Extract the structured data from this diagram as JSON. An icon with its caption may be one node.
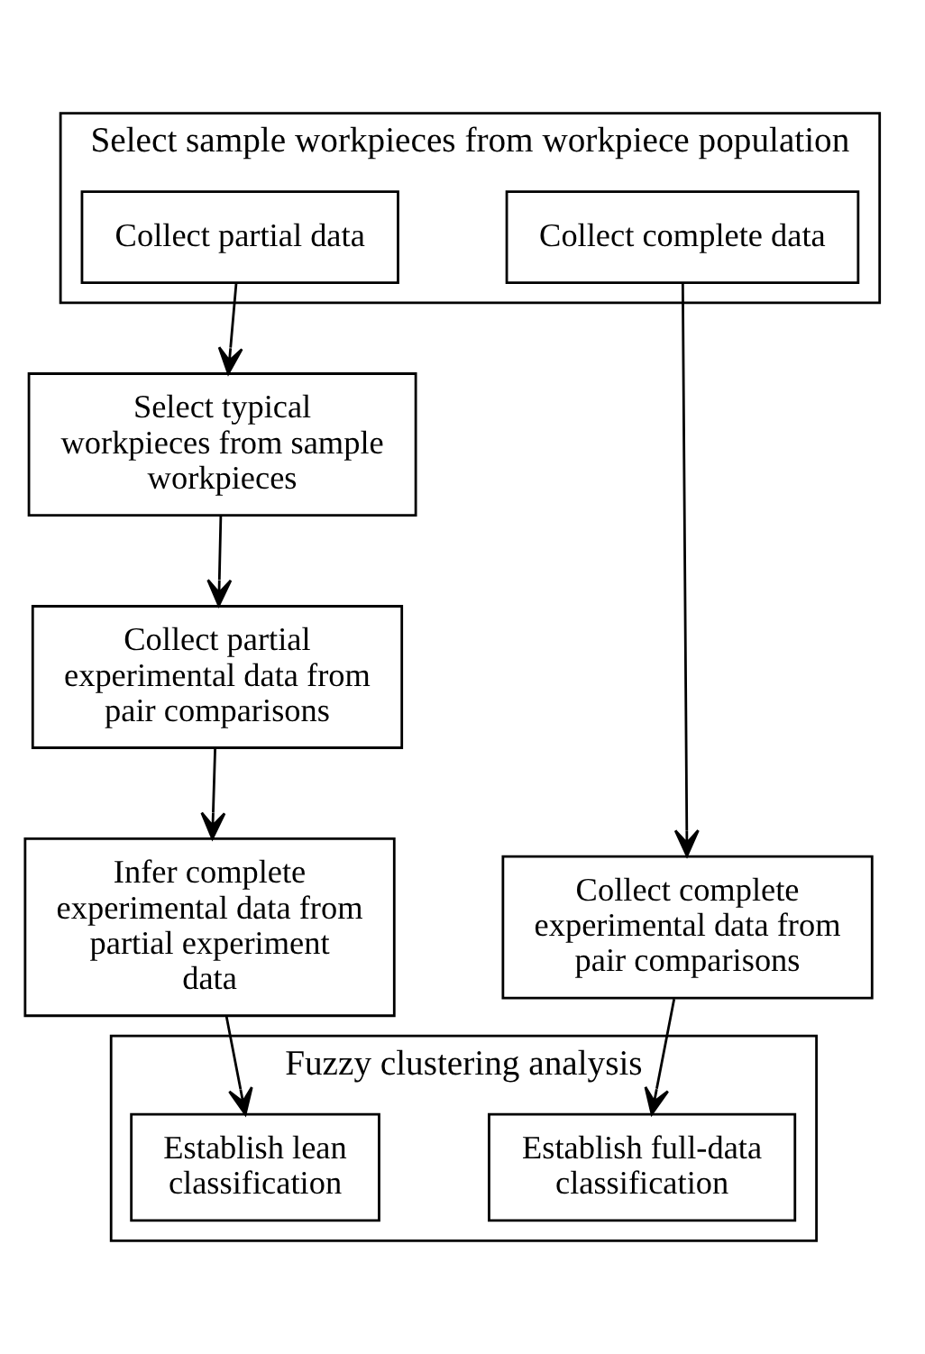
{
  "diagram": {
    "nodes": [
      {
        "text": [
          "Select sample workpieces from workpiece population"
        ]
      },
      {
        "text": [
          "Collect partial data"
        ],
        "in": 0
      },
      {
        "text": [
          "Collect complete data"
        ],
        "in": 0
      },
      {
        "text": [
          "Select typical workpieces from sample workpieces"
        ]
      },
      {
        "text": [
          "Collect partial experimental data from pair comparisons"
        ]
      },
      {
        "text": [
          "Infer complete experimental data from partial experiment data"
        ]
      },
      {
        "text": [
          "Collect complete experimental data from pair comparisons"
        ]
      },
      {
        "text": [
          "Fuzzy clustering analysis"
        ]
      },
      {
        "text": [
          "Establish lean classification"
        ],
        "in": 7
      },
      {
        "text": [
          "Establish full-data classification"
        ],
        "in": 7
      }
    ],
    "edges": [
      {
        "from": 1,
        "to": 3,
        "arrow": "to"
      },
      {
        "from": 3,
        "to": 4,
        "arrow": "to"
      },
      {
        "from": 4,
        "to": 5,
        "arrow": "to"
      },
      {
        "from": 5,
        "to": 8,
        "arrow": "to"
      },
      {
        "from": 2,
        "to": 6,
        "arrow": "to"
      },
      {
        "from": 6,
        "to": 9,
        "arrow": "to"
      }
    ]
  }
}
